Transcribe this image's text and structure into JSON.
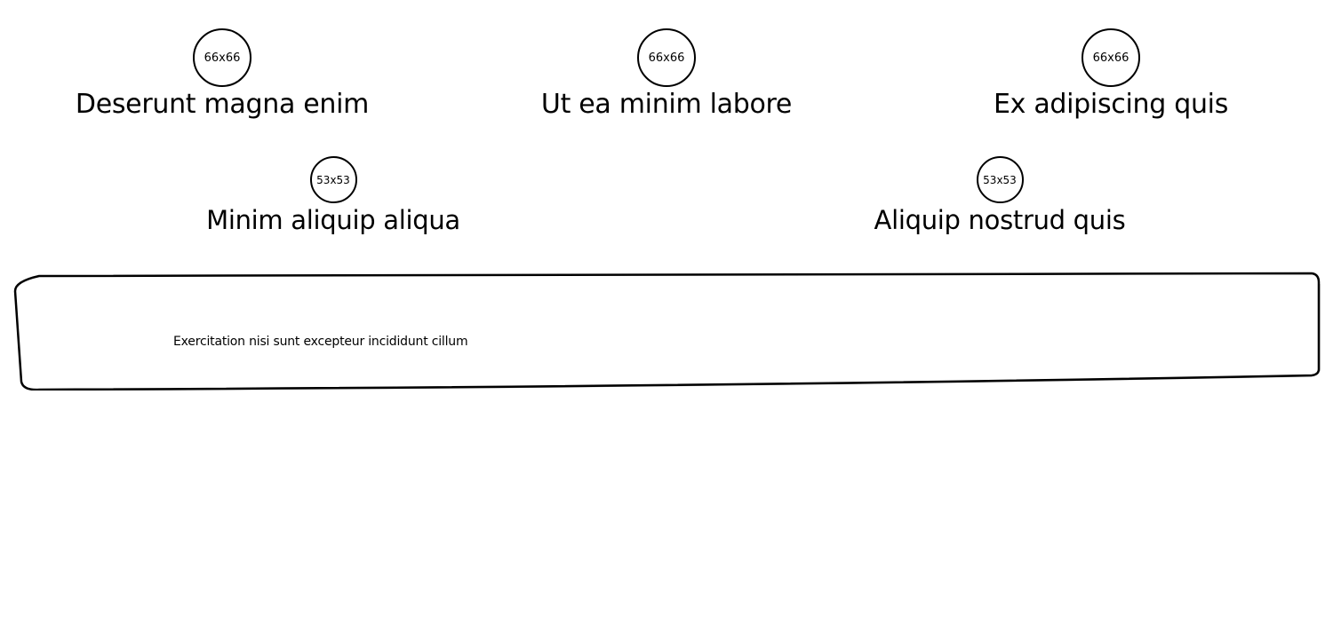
{
  "cards_row1": [
    {
      "avatar": "66x66",
      "title": "Deserunt magna enim"
    },
    {
      "avatar": "66x66",
      "title": "Ut ea minim labore"
    },
    {
      "avatar": "66x66",
      "title": "Ex adipiscing quis"
    }
  ],
  "cards_row2": [
    {
      "avatar": "53x53",
      "title": "Minim aliquip aliqua"
    },
    {
      "avatar": "53x53",
      "title": "Aliquip nostrud quis"
    }
  ],
  "panel": {
    "text": "Exercitation nisi sunt excepteur incididunt cillum"
  }
}
